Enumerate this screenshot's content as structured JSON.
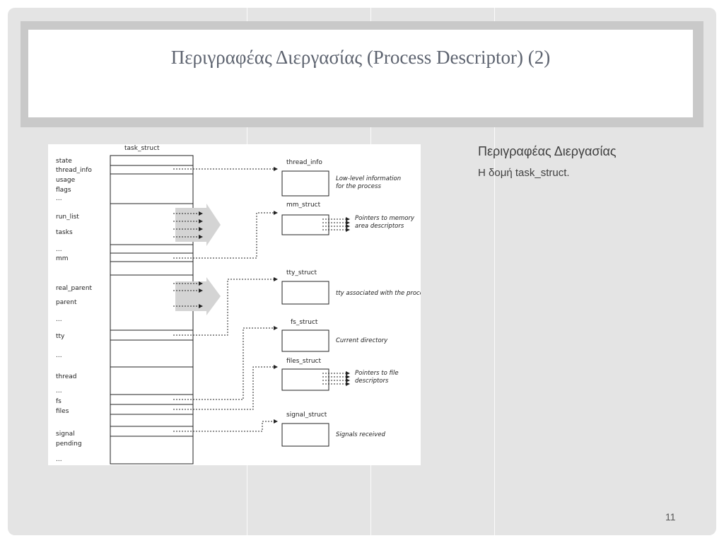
{
  "slide": {
    "title": "Περιγραφέας Διεργασίας (Process Descriptor) (2)",
    "side_heading": "Περιγραφέας Διεργασίας",
    "side_text": "Η δομή task_struct.",
    "page_number": "11"
  },
  "diagram": {
    "struct_title": "task_struct",
    "fields": [
      "state",
      "thread_info",
      "usage",
      "flags",
      "...",
      "run_list",
      "tasks",
      "...",
      "mm",
      "real_parent",
      "parent",
      "...",
      "tty",
      "...",
      "thread",
      "...",
      "fs",
      "files",
      "signal",
      "pending",
      "..."
    ],
    "side_structs": [
      {
        "name": "thread_info",
        "note": "Low-level information for the process"
      },
      {
        "name": "mm_struct",
        "note": "Pointers to memory area descriptors"
      },
      {
        "name": "tty_struct",
        "note": "tty associated with the process"
      },
      {
        "name": "fs_struct",
        "note": "Current directory"
      },
      {
        "name": "files_struct",
        "note": "Pointers to file descriptors"
      },
      {
        "name": "signal_struct",
        "note": "Signals received"
      }
    ]
  }
}
